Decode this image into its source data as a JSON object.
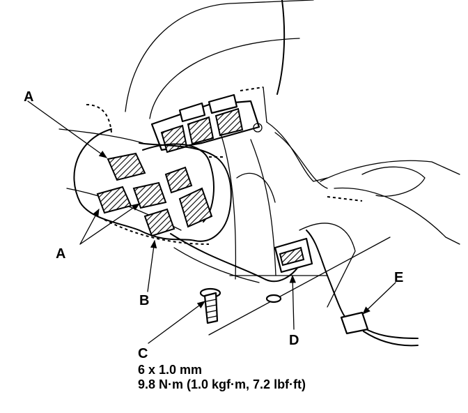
{
  "callouts": {
    "a_top": "A",
    "a_bottom": "A",
    "b": "B",
    "c": "C",
    "d": "D",
    "e": "E"
  },
  "fastener_spec": {
    "size": "6 x 1.0 mm",
    "torque": "9.8 N·m (1.0 kgf·m, 7.2 lbf·ft)"
  }
}
